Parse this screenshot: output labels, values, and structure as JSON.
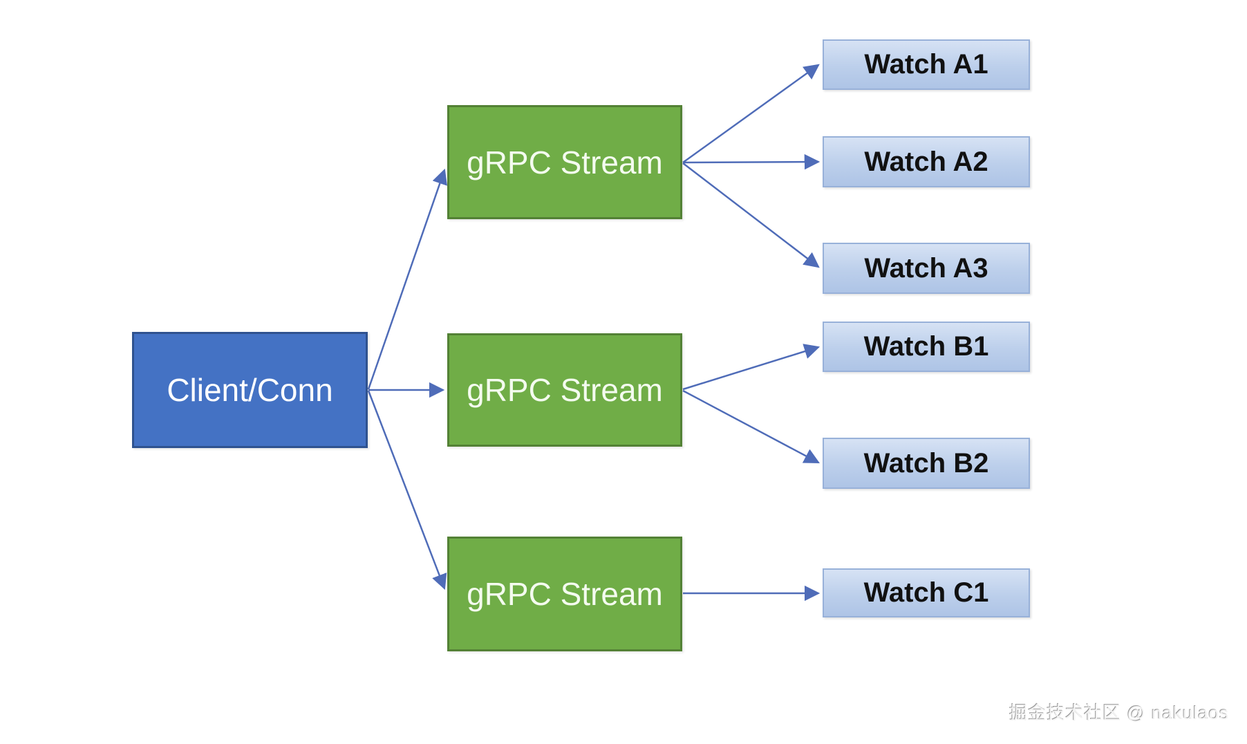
{
  "diagram": {
    "nodes": {
      "client": {
        "label": "Client/Conn",
        "type": "client"
      },
      "stream1": {
        "label": "gRPC Stream",
        "type": "stream"
      },
      "stream2": {
        "label": "gRPC Stream",
        "type": "stream"
      },
      "stream3": {
        "label": "gRPC Stream",
        "type": "stream"
      },
      "watch_a1": {
        "label": "Watch A1",
        "type": "watch"
      },
      "watch_a2": {
        "label": "Watch A2",
        "type": "watch"
      },
      "watch_a3": {
        "label": "Watch A3",
        "type": "watch"
      },
      "watch_b1": {
        "label": "Watch B1",
        "type": "watch"
      },
      "watch_b2": {
        "label": "Watch B2",
        "type": "watch"
      },
      "watch_c1": {
        "label": "Watch C1",
        "type": "watch"
      }
    },
    "edges": [
      {
        "from": "client",
        "to": "stream1"
      },
      {
        "from": "client",
        "to": "stream2"
      },
      {
        "from": "client",
        "to": "stream3"
      },
      {
        "from": "stream1",
        "to": "watch_a1"
      },
      {
        "from": "stream1",
        "to": "watch_a2"
      },
      {
        "from": "stream1",
        "to": "watch_a3"
      },
      {
        "from": "stream2",
        "to": "watch_b1"
      },
      {
        "from": "stream2",
        "to": "watch_b2"
      },
      {
        "from": "stream3",
        "to": "watch_c1"
      }
    ],
    "colors": {
      "client_fill": "#4472C4",
      "client_border": "#2F528F",
      "stream_fill": "#70AD47",
      "stream_border": "#538135",
      "watch_fill": "#B4C7E7",
      "watch_border": "#98B1D9",
      "arrow": "#4F6CB8",
      "node_text_light": "#FFFFFF",
      "node_text_dark": "#111111"
    }
  },
  "watermark": {
    "text": "掘金技术社区 @ nakulaos"
  }
}
